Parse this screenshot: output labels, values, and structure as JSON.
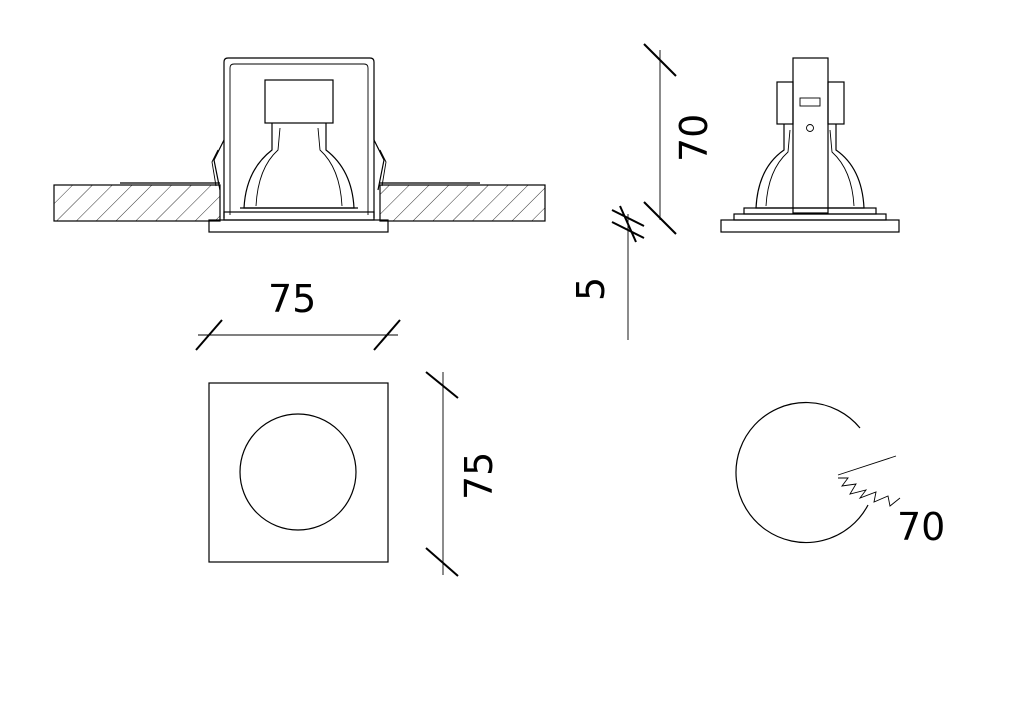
{
  "dimensions": {
    "ceiling_width": "75",
    "ceiling_height": "75",
    "fixture_height": "70",
    "trim_thickness": "5",
    "cutout_diameter": "70"
  }
}
